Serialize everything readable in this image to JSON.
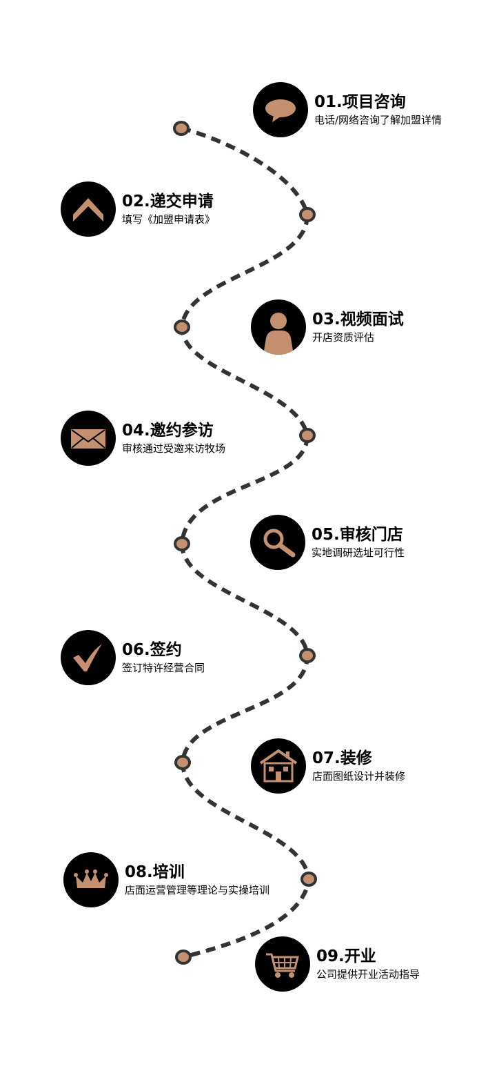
{
  "colors": {
    "accent": "#c4906f",
    "circle": "#000000",
    "path": "#333333",
    "text": "#000000"
  },
  "steps": [
    {
      "title": "01.项目咨询",
      "desc": "电话/网络咨询了解加盟详情",
      "icon": "speech-bubble-icon"
    },
    {
      "title": "02.递交申请",
      "desc": "填写《加盟申请表》",
      "icon": "chevron-up-icon"
    },
    {
      "title": "03.视频面试",
      "desc": "开店资质评估",
      "icon": "person-icon"
    },
    {
      "title": "04.邀约参访",
      "desc": "审核通过受邀来访牧场",
      "icon": "envelope-icon"
    },
    {
      "title": "05.审核门店",
      "desc": "实地调研选址可行性",
      "icon": "magnifier-icon"
    },
    {
      "title": "06.签约",
      "desc": "签订特许经营合同",
      "icon": "checkmark-icon"
    },
    {
      "title": "07.装修",
      "desc": "店面图纸设计并装修",
      "icon": "house-icon"
    },
    {
      "title": "08.培训",
      "desc": "店面运营管理等理论与实操培训",
      "icon": "crown-icon"
    },
    {
      "title": "09.开业",
      "desc": "公司提供开业活动指导",
      "icon": "shopping-cart-icon"
    }
  ]
}
